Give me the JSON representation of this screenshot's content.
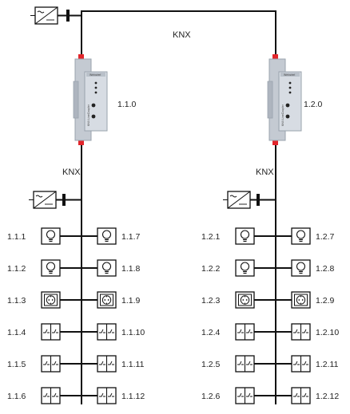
{
  "top_bus_label": "KNX",
  "couplers": [
    {
      "address": "1.1.0",
      "device_text": "KNX LineCoupler",
      "brand": "Weinzierl"
    },
    {
      "address": "1.2.0",
      "device_text": "KNX LineCoupler",
      "brand": "Weinzierl"
    }
  ],
  "lines": [
    {
      "bus_label": "KNX",
      "left": [
        {
          "address": "1.1.1",
          "type": "lamp"
        },
        {
          "address": "1.1.2",
          "type": "lamp"
        },
        {
          "address": "1.1.3",
          "type": "socket"
        },
        {
          "address": "1.1.4",
          "type": "switch"
        },
        {
          "address": "1.1.5",
          "type": "switch"
        },
        {
          "address": "1.1.6",
          "type": "switch"
        }
      ],
      "right": [
        {
          "address": "1.1.7",
          "type": "lamp"
        },
        {
          "address": "1.1.8",
          "type": "lamp"
        },
        {
          "address": "1.1.9",
          "type": "socket"
        },
        {
          "address": "1.1.10",
          "type": "switch"
        },
        {
          "address": "1.1.11",
          "type": "switch"
        },
        {
          "address": "1.1.12",
          "type": "switch"
        }
      ]
    },
    {
      "bus_label": "KNX",
      "left": [
        {
          "address": "1.2.1",
          "type": "lamp"
        },
        {
          "address": "1.2.2",
          "type": "lamp"
        },
        {
          "address": "1.2.3",
          "type": "socket"
        },
        {
          "address": "1.2.4",
          "type": "switch"
        },
        {
          "address": "1.2.5",
          "type": "switch"
        },
        {
          "address": "1.2.6",
          "type": "switch"
        }
      ],
      "right": [
        {
          "address": "1.2.7",
          "type": "lamp"
        },
        {
          "address": "1.2.8",
          "type": "lamp"
        },
        {
          "address": "1.2.9",
          "type": "socket"
        },
        {
          "address": "1.2.10",
          "type": "switch"
        },
        {
          "address": "1.2.11",
          "type": "switch"
        },
        {
          "address": "1.2.12",
          "type": "switch"
        }
      ]
    }
  ],
  "colors": {
    "wire": "#111111",
    "device_body": "#d7dce3",
    "device_edge": "#9aa3ad",
    "terminal_red": "#e2252b",
    "led": "#222222"
  }
}
